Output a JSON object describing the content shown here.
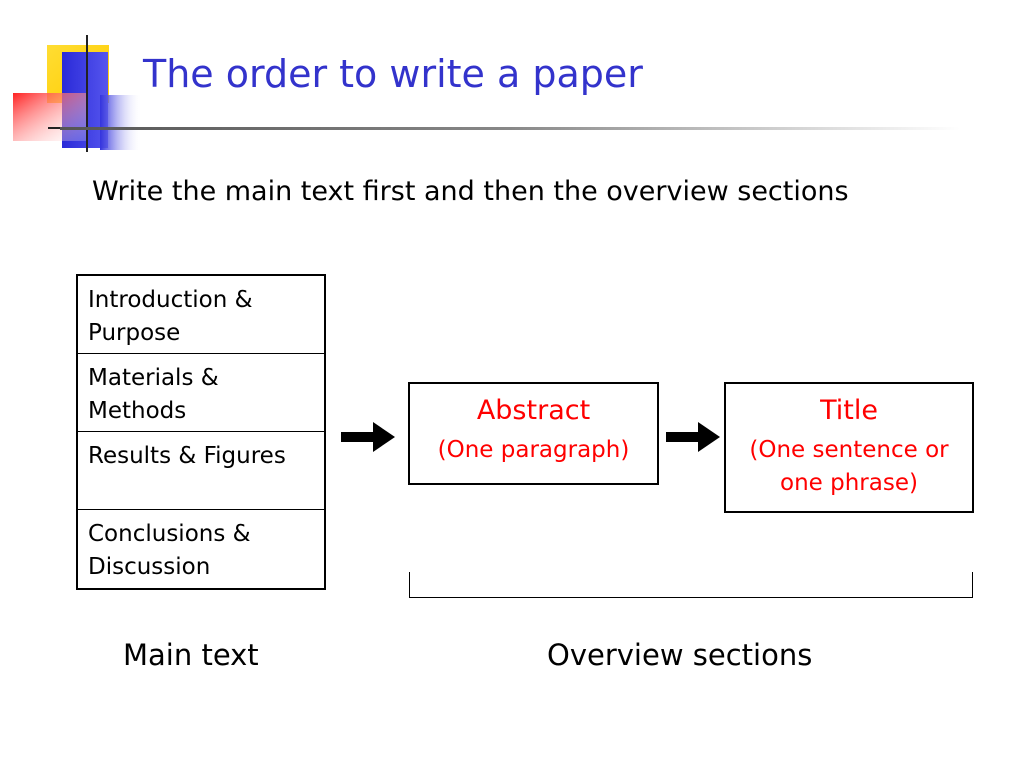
{
  "slide": {
    "title": "The order to write a paper",
    "subtitle": "Write the main text first and then the overview sections"
  },
  "main_text": {
    "sections": [
      "Introduction & Purpose",
      "Materials & Methods",
      "Results & Figures",
      "Conclusions & Discussion"
    ],
    "caption": "Main text"
  },
  "overview": {
    "abstract": {
      "heading": "Abstract",
      "note": "(One paragraph)"
    },
    "title_box": {
      "heading": "Title",
      "note": "(One sentence or one phrase)"
    },
    "caption": "Overview sections"
  },
  "colors": {
    "title": "#3333cc",
    "overview_text": "#ff0000",
    "deco_yellow": "#ffcc00",
    "deco_blue": "#3333dd",
    "deco_red": "#ff3333"
  },
  "icons": [
    "arrow-right-icon"
  ]
}
